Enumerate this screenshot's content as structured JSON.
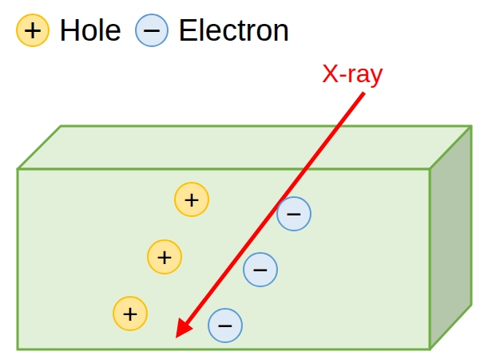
{
  "diagram": {
    "nodes": [
      {
        "text": [
          "+"
        ]
      },
      {
        "text": [
          "−"
        ]
      },
      {
        "text": [
          "+"
        ]
      },
      {
        "text": [
          "+"
        ]
      },
      {
        "text": [
          "+"
        ]
      },
      {
        "text": [
          "−"
        ]
      },
      {
        "text": [
          "−"
        ]
      },
      {
        "text": [
          "−"
        ]
      }
    ],
    "labels": [
      "X-ray"
    ],
    "legend": [
      {
        "text": "Hole"
      },
      {
        "text": "Electron"
      }
    ]
  }
}
